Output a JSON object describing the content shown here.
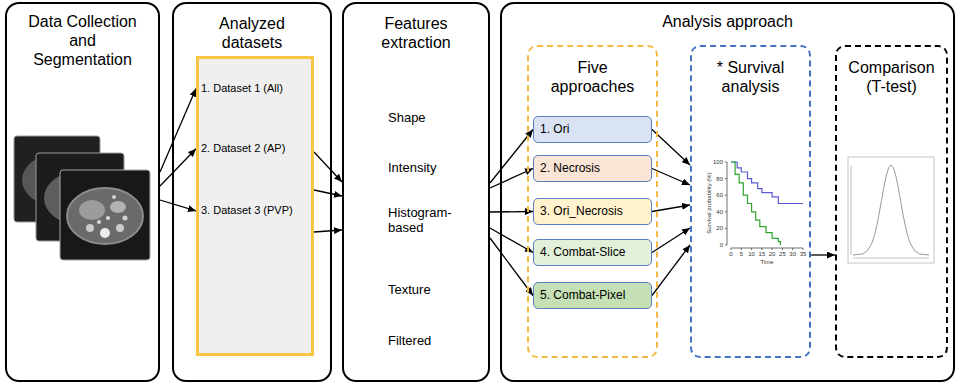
{
  "diagram": {
    "nodes": [
      {
        "text": [
          "Data Collection and Segmentation"
        ]
      },
      {
        "text": [
          "Analyzed datasets"
        ]
      },
      {
        "text": [
          "1. Dataset 1 (All)",
          "2. Dataset 2 (AP)",
          "3. Dataset 3 (PVP)"
        ],
        "in": 1
      },
      {
        "text": [
          "Features extraction",
          "Shape",
          "Intensity",
          "Histogram-based",
          "Texture",
          "Filtered"
        ]
      },
      {
        "text": [
          "Analysis approach"
        ]
      },
      {
        "text": [
          "Five approaches"
        ],
        "in": 4
      },
      {
        "text": [
          "1. Ori"
        ],
        "in": 5
      },
      {
        "text": [
          "2. Necrosis"
        ],
        "in": 5
      },
      {
        "text": [
          "3. Ori_Necrosis"
        ],
        "in": 5
      },
      {
        "text": [
          "4. Combat-Slice"
        ],
        "in": 5
      },
      {
        "text": [
          "5. Combat-Pixel"
        ],
        "in": 5
      },
      {
        "text": [
          "* Survival analysis"
        ],
        "in": 4
      },
      {
        "text": [
          "Comparison (T-test)"
        ],
        "in": 4
      }
    ],
    "edges": [
      {
        "from": 0,
        "to": 2,
        "arrow": "to"
      },
      {
        "from": 0,
        "to": 2,
        "arrow": "to"
      },
      {
        "from": 0,
        "to": 2,
        "arrow": "to"
      },
      {
        "from": 2,
        "to": 3,
        "arrow": "to"
      },
      {
        "from": 2,
        "to": 3,
        "arrow": "to"
      },
      {
        "from": 2,
        "to": 3,
        "arrow": "to"
      },
      {
        "from": 3,
        "to": 6,
        "arrow": "to"
      },
      {
        "from": 3,
        "to": 7,
        "arrow": "to"
      },
      {
        "from": 3,
        "to": 8,
        "arrow": "to"
      },
      {
        "from": 3,
        "to": 9,
        "arrow": "to"
      },
      {
        "from": 3,
        "to": 10,
        "arrow": "to"
      },
      {
        "from": 6,
        "to": 11,
        "arrow": "to"
      },
      {
        "from": 7,
        "to": 11,
        "arrow": "to"
      },
      {
        "from": 8,
        "to": 11,
        "arrow": "to"
      },
      {
        "from": 9,
        "to": 11,
        "arrow": "to"
      },
      {
        "from": 10,
        "to": 11,
        "arrow": "to"
      },
      {
        "from": 11,
        "to": 12,
        "arrow": "to"
      }
    ],
    "labels": [
      "100",
      "80",
      "60",
      "40",
      "20",
      "0",
      "Survival probability (%)",
      "0",
      "5",
      "10",
      "15",
      "20",
      "25",
      "30",
      "35",
      "Time"
    ]
  }
}
